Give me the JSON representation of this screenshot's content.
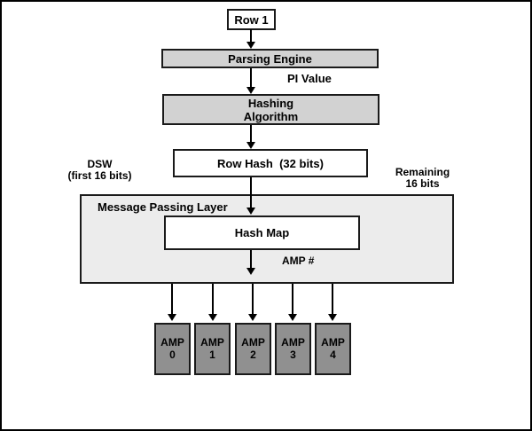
{
  "diagram": {
    "nodes": {
      "row1": {
        "label": "Row 1"
      },
      "parsing_engine": {
        "label": "Parsing Engine"
      },
      "hashing_algorithm": {
        "line1": "Hashing",
        "line2": "Algorithm"
      },
      "row_hash": {
        "label": "Row Hash  (32 bits)"
      },
      "message_passing_layer": {
        "label": "Message Passing Layer"
      },
      "hash_map": {
        "label": "Hash Map"
      },
      "amps": [
        {
          "line1": "AMP",
          "line2": "0"
        },
        {
          "line1": "AMP",
          "line2": "1"
        },
        {
          "line1": "AMP",
          "line2": "2"
        },
        {
          "line1": "AMP",
          "line2": "3"
        },
        {
          "line1": "AMP",
          "line2": "4"
        }
      ]
    },
    "labels": {
      "pi_value": "PI Value",
      "dsw_line1": "DSW",
      "dsw_line2": "(first 16 bits)",
      "remaining_line1": "Remaining",
      "remaining_line2": "16 bits",
      "amp_number": "AMP #"
    },
    "colors": {
      "engine_fill": "#d2d2d2",
      "layer_fill": "#ececec",
      "amp_fill": "#909090",
      "node_fill": "#ffffff",
      "line_and_border": "#000000"
    }
  }
}
